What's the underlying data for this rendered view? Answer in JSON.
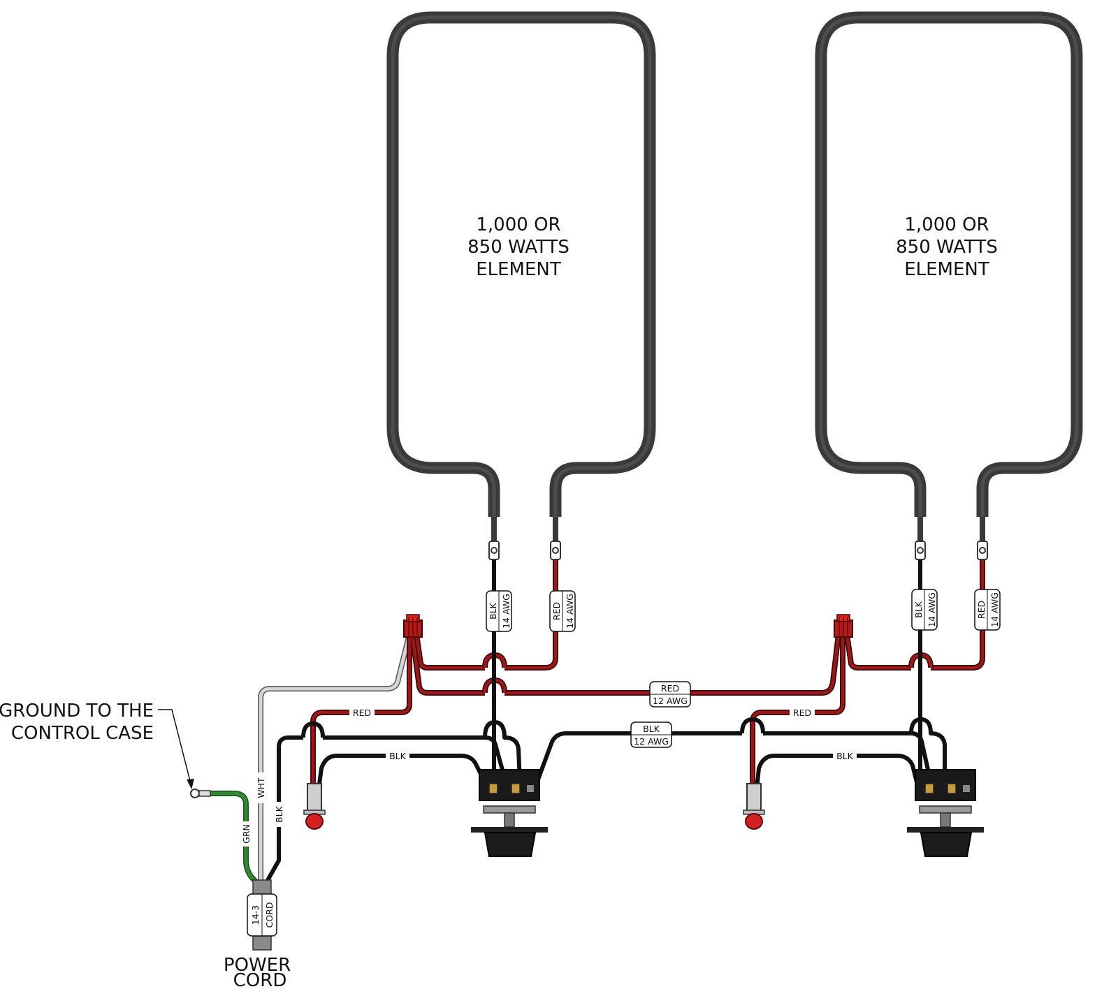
{
  "elements": [
    {
      "line1": "1,000 OR",
      "line2": "850 WATTS",
      "line3": "ELEMENT"
    },
    {
      "line1": "1,000 OR",
      "line2": "850 WATTS",
      "line3": "ELEMENT"
    }
  ],
  "tags": {
    "left_blk_14": {
      "a": "BLK",
      "b": "14 AWG"
    },
    "left_red_14": {
      "a": "RED",
      "b": "14 AWG"
    },
    "right_blk_14": {
      "a": "BLK",
      "b": "14 AWG"
    },
    "right_red_14": {
      "a": "RED",
      "b": "14 AWG"
    },
    "red_12": {
      "a": "RED",
      "b": "12 AWG"
    },
    "blk_12": {
      "a": "BLK",
      "b": "12 AWG"
    },
    "cord": {
      "a": "14-3",
      "b": "CORD"
    }
  },
  "wire_labels": {
    "red_left": "RED",
    "red_right": "RED",
    "blk_left": "BLK",
    "blk_right": "BLK",
    "wht": "WHT",
    "blk_cord": "BLK",
    "grn": "GRN"
  },
  "callouts": {
    "ground_line1": "GROUND TO THE",
    "ground_line2": "CONTROL CASE",
    "power_line1": "POWER",
    "power_line2": "CORD"
  },
  "colors": {
    "element": "#3a3a3a",
    "black_wire": "#111111",
    "red_wire": "#8e1414",
    "white_wire": "#c8c8c8",
    "green_wire": "#2e8b2e",
    "lamp": "#d42020"
  }
}
